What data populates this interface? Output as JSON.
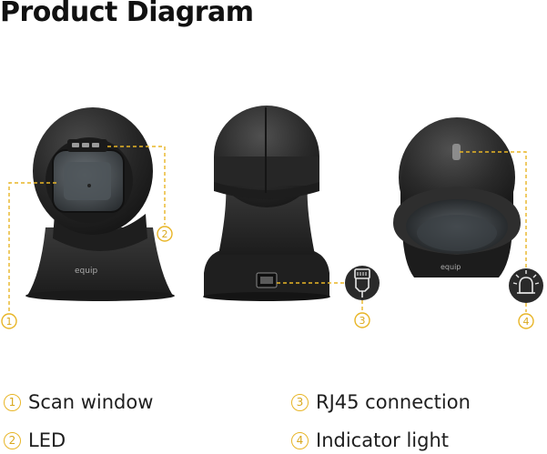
{
  "title": "Product Diagram",
  "brand": "equip",
  "callouts": [
    {
      "number": "1",
      "label": "Scan window"
    },
    {
      "number": "2",
      "label": "LED"
    },
    {
      "number": "3",
      "label": "RJ45 connection"
    },
    {
      "number": "4",
      "label": "Indicator light"
    }
  ],
  "colors": {
    "accent": "#e8b526",
    "device": "#2b2b2b",
    "device_dark": "#1a1a1a",
    "icon_bg": "#2a2a2a"
  }
}
